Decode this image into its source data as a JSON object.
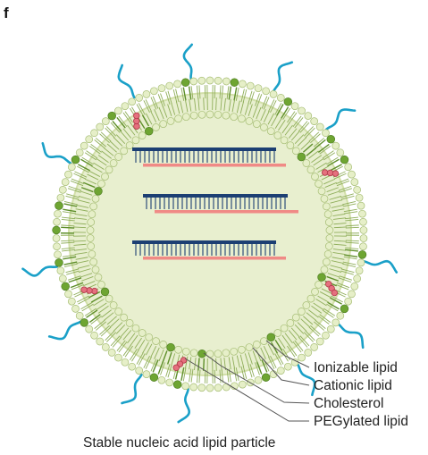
{
  "figure": {
    "panel_label": "f",
    "caption": "Stable nucleic acid lipid particle"
  },
  "legend": [
    {
      "label": "Ionizable lipid",
      "component": "ionizable-lipid"
    },
    {
      "label": "Cationic lipid",
      "component": "cationic-lipid"
    },
    {
      "label": "Cholesterol",
      "component": "cholesterol"
    },
    {
      "label": "PEGylated lipid",
      "component": "pegylated-lipid"
    }
  ],
  "nucleic_acid_duplexes": 3,
  "colors": {
    "lipid_head": "#e6efc8",
    "lipid_head_stroke": "#a6bd74",
    "ionizable_head": "#6ea532",
    "tail": "#8fae5a",
    "core": "#e8efcf",
    "core_edge": "#d2dfa9",
    "cholesterol": "#e5707e",
    "cholesterol_stroke": "#b03648",
    "peg": "#1aa0c8",
    "strand_dark": "#1c3f73",
    "strand_pink": "#f08a86",
    "leader": "#555555"
  }
}
